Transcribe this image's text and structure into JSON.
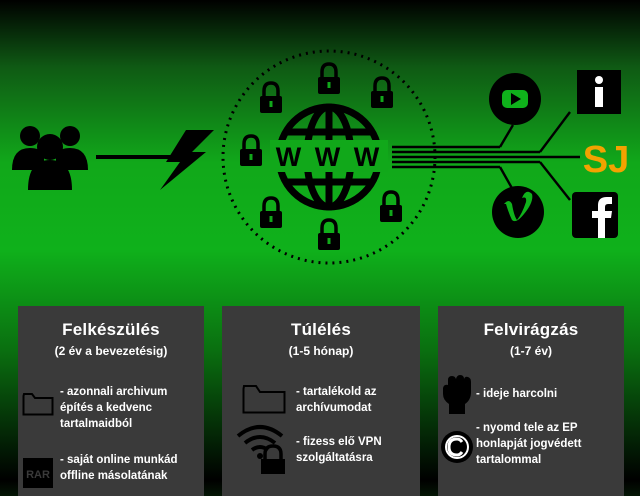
{
  "diagram": {
    "center_label": "WWW",
    "right_logo": "SJ",
    "icons": [
      "users-icon",
      "lightning-icon",
      "globe-icon",
      "lock-icon",
      "youtube-icon",
      "info-icon",
      "vimeo-icon",
      "facebook-icon"
    ]
  },
  "panels": [
    {
      "title": "Felkészülés",
      "subtitle": "(2 év a bevezetésig)",
      "items": [
        {
          "icon": "folder-icon",
          "text": "- azonnali archivum\népítés a kedvenc\ntartalmaidból"
        },
        {
          "icon": "rar-archive-icon",
          "text": "- saját online munkád\noffline másolatának"
        }
      ]
    },
    {
      "title": "Túlélés",
      "subtitle": "(1-5 hónap)",
      "items": [
        {
          "icon": "folder-icon",
          "text": "- tartalékold az\narchívumodat"
        },
        {
          "icon": "wifi-lock-icon",
          "text": "- fizess elő VPN\nszolgáltatásra"
        }
      ]
    },
    {
      "title": "Felvirágzás",
      "subtitle": "(1-7 év)",
      "items": [
        {
          "icon": "raised-fist-icon",
          "text": "- ideje harcolni"
        },
        {
          "icon": "copyright-icon",
          "text": "- nyomd tele az EP\nhonlapját jogvédett\ntartalommal"
        }
      ]
    }
  ],
  "colors": {
    "green": "#11a81a",
    "panel": "#3a3a3a",
    "logo_orange": "#f3a200"
  }
}
